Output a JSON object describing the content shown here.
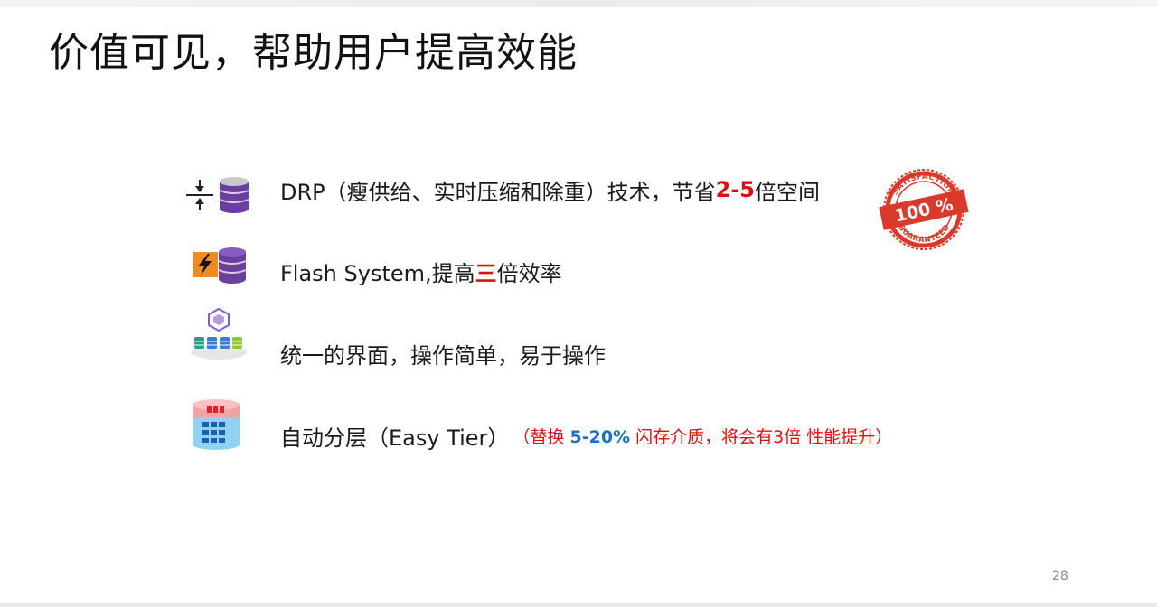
{
  "slide": {
    "title": "价值可见，帮助用户提高效能",
    "page_number": "28"
  },
  "items": [
    {
      "icon": "compress-database-icon",
      "text_prefix": "DRP（瘦供给、实时压缩和除重）技术，节省",
      "highlight": "2-5",
      "text_suffix": "倍空间"
    },
    {
      "icon": "flash-database-icon",
      "text_prefix": "Flash System,提高",
      "highlight": "三",
      "text_suffix": "倍效率"
    },
    {
      "icon": "unified-interface-icon",
      "text": "统一的界面，操作简单，易于操作"
    },
    {
      "icon": "easy-tier-icon",
      "text": "自动分层（Easy Tier）",
      "note_open": "（",
      "note_prefix": "替换 ",
      "note_highlight": "5-20%",
      "note_suffix": " 闪存介质，将会有3倍 性能提升",
      "note_close": "）"
    }
  ],
  "badge": {
    "icon": "satisfaction-seal-icon",
    "top_text": "SATISFACTION",
    "main_text": "100 %",
    "bottom_text": "GUARANTEED"
  },
  "colors": {
    "highlight_red": "#e01010",
    "highlight_blue": "#1f6fc2",
    "db_purple": "#6b3fa0",
    "flash_orange": "#f08a24",
    "seal_red": "#d93a2b"
  }
}
